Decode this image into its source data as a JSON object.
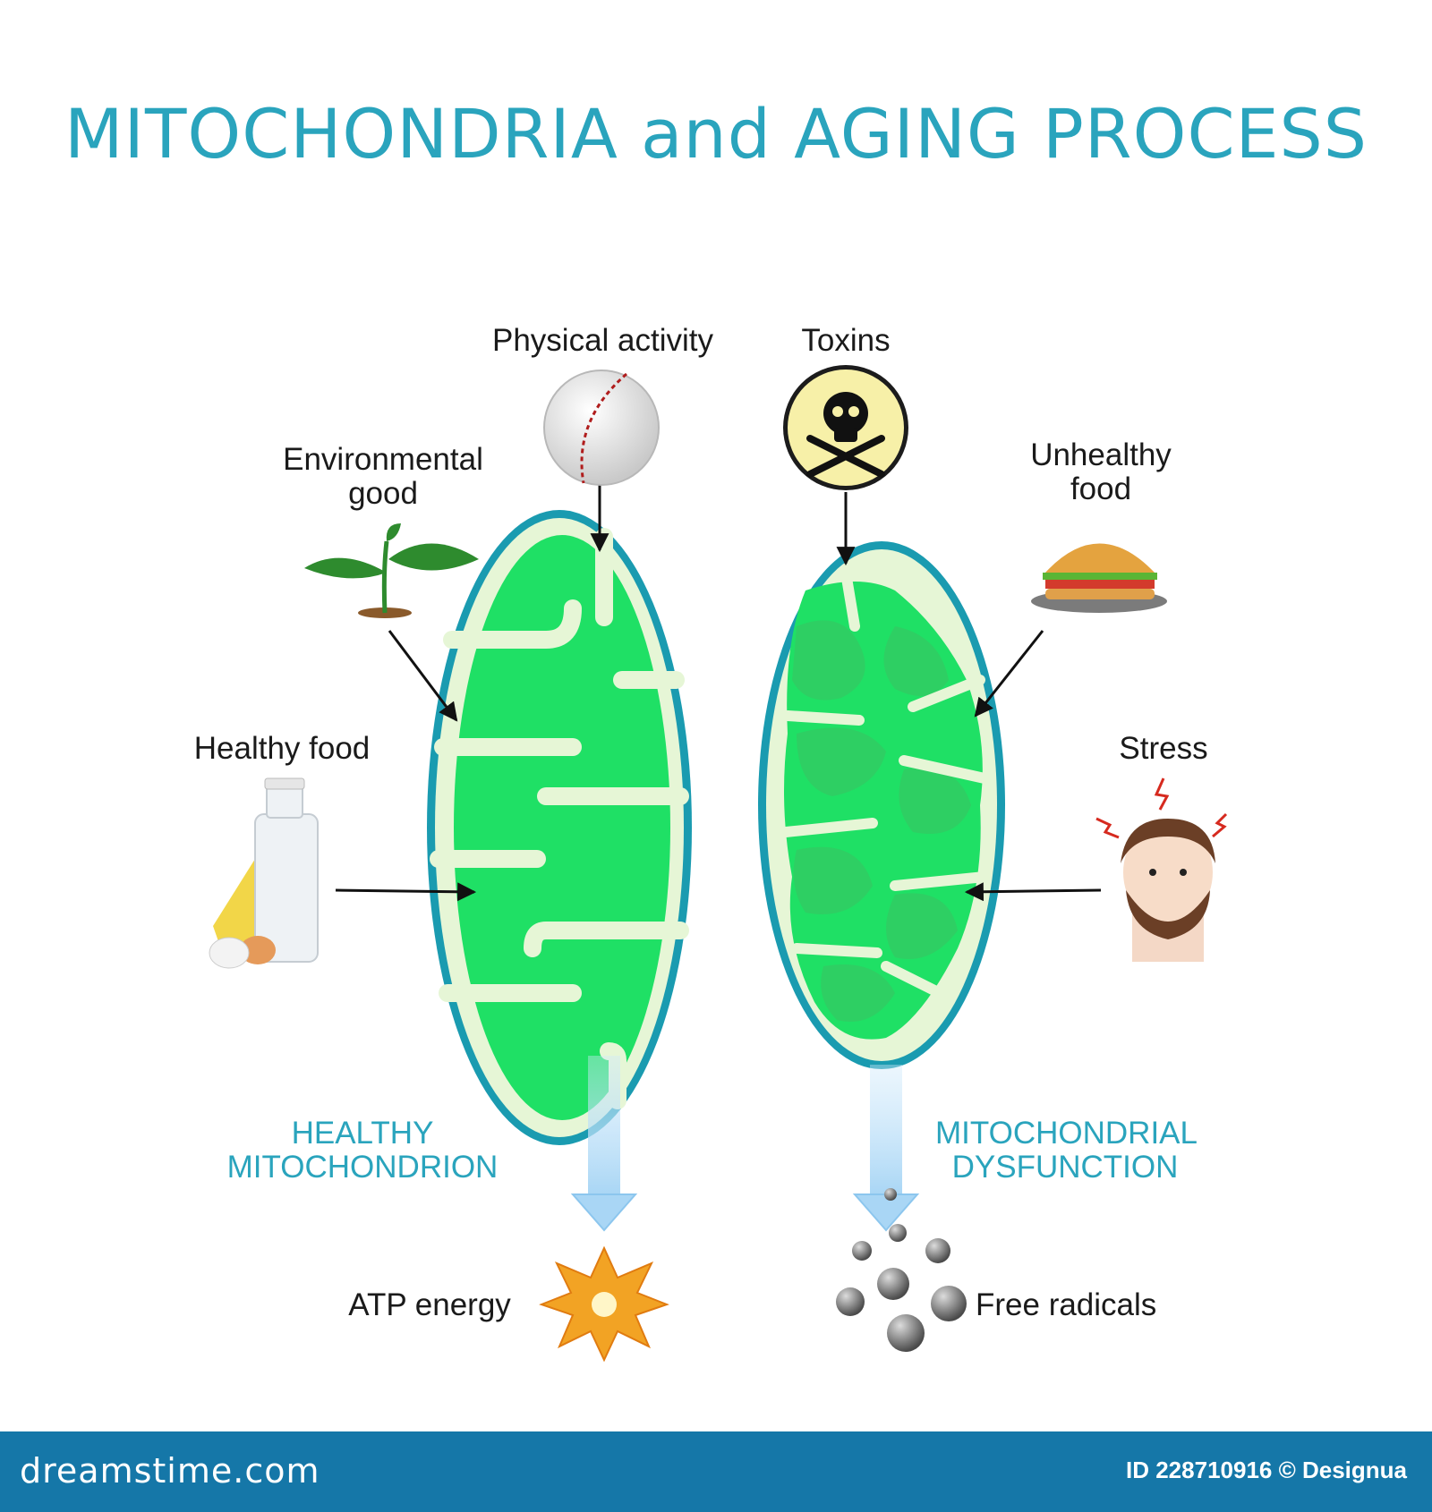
{
  "title": "MITOCHONDRIA and AGING PROCESS",
  "labels": {
    "physical_activity": "Physical activity",
    "toxins": "Toxins",
    "environmental_good_1": "Environmental",
    "environmental_good_2": "good",
    "unhealthy_food_1": "Unhealthy",
    "unhealthy_food_2": "food",
    "healthy_food": "Healthy food",
    "stress": "Stress",
    "healthy_1": "HEALTHY",
    "healthy_2": "MITOCHONDRION",
    "dysfunction_1": "MITOCHONDRIAL",
    "dysfunction_2": "DYSFUNCTION",
    "atp": "ATP energy",
    "free_radicals": "Free radicals"
  },
  "footer": {
    "brand": "dreamstime.com",
    "credit": "ID 228710916 © Designua"
  },
  "colors": {
    "title": "#2aa4bd",
    "matrix": "#1fe065",
    "membrane": "#1a9bb0",
    "intermembrane": "#e6f6d6",
    "footer": "#1577a8"
  }
}
